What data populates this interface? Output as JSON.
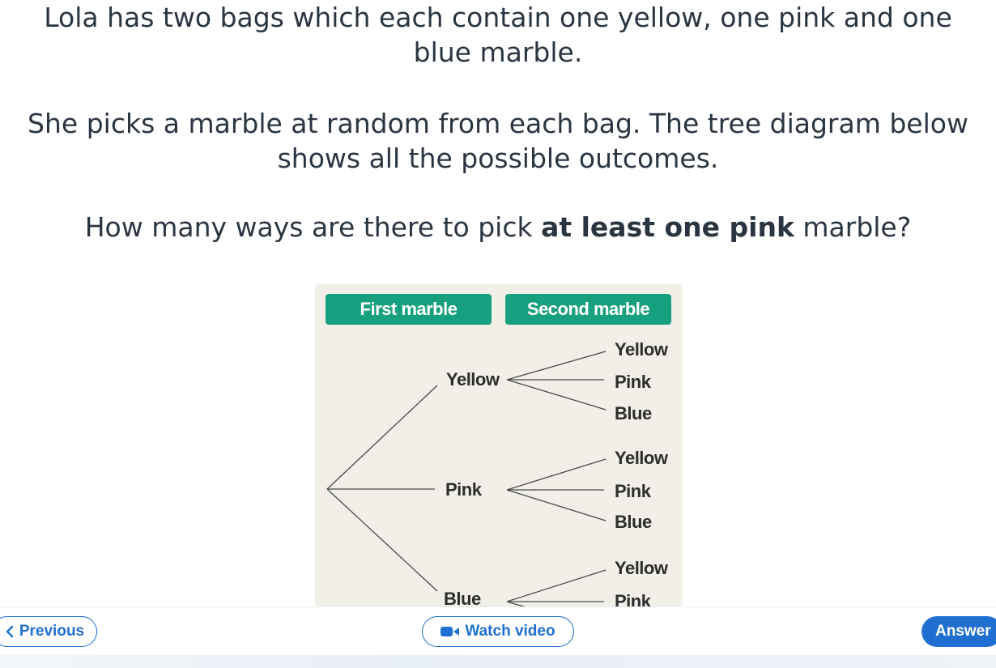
{
  "question": {
    "line1": "Lola has two bags which each contain one yellow, one pink and one blue marble.",
    "line2": "She picks a marble at random from each bag. The tree diagram below shows all the possible outcomes.",
    "line3_pre": "How many ways are there to pick ",
    "line3_bold": "at least one pink",
    "line3_post": " marble?"
  },
  "diagram": {
    "header_first": "First marble",
    "header_second": "Second marble",
    "first": [
      "Yellow",
      "Pink",
      "Blue"
    ],
    "second": [
      [
        "Yellow",
        "Pink",
        "Blue"
      ],
      [
        "Yellow",
        "Pink",
        "Blue"
      ],
      [
        "Yellow",
        "Pink"
      ]
    ]
  },
  "nav": {
    "previous": "Previous",
    "watch_video": "Watch video",
    "answer": "Answer"
  },
  "colors": {
    "header_green": "#17a07f",
    "accent_blue": "#1f6fd1",
    "diagram_bg": "#f1efe8"
  },
  "icons": {
    "previous": "chevron-left-icon",
    "video": "video-camera-icon"
  }
}
